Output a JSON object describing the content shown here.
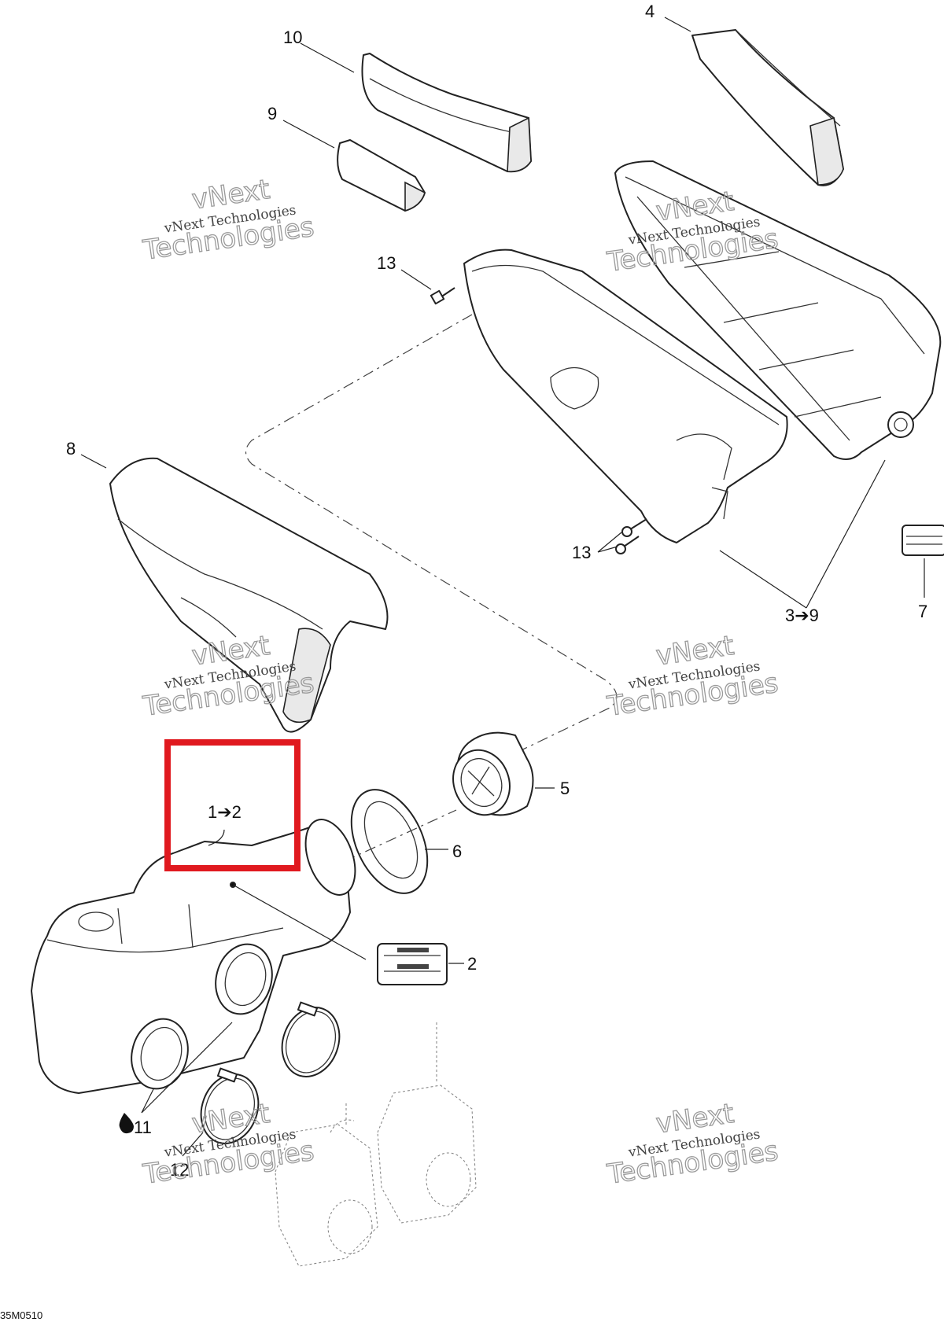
{
  "callouts": {
    "c4": "4",
    "c10": "10",
    "c9": "9",
    "c13a": "13",
    "c13b": "13",
    "c8": "8",
    "c3to9": "3➔9",
    "c7": "7",
    "c5": "5",
    "c6": "6",
    "c1to2": "1➔2",
    "c2": "2",
    "c11": "11",
    "c12": "12"
  },
  "watermark": {
    "line1": "vNext",
    "line2": "vNext Technologies",
    "line3": "Technologies"
  },
  "figure_code": "35M0510",
  "highlight": {
    "color": "#e0191f",
    "target": "1➔2"
  },
  "icons": {
    "c11": "oil-drop-icon"
  }
}
